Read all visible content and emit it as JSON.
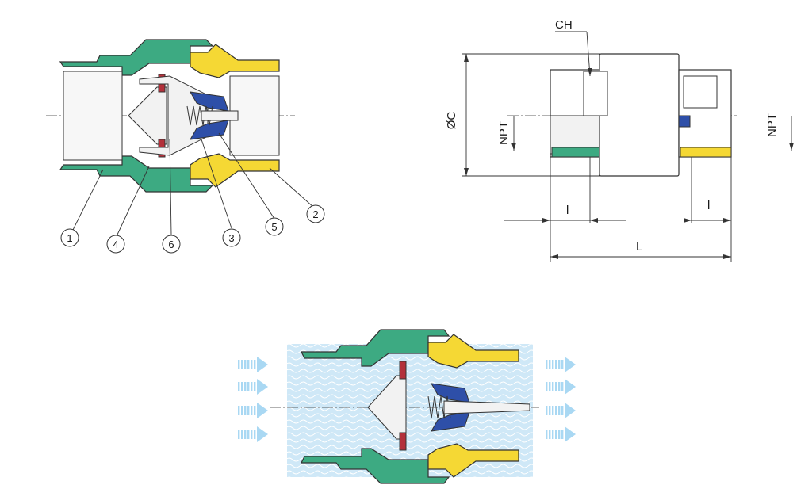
{
  "colors": {
    "green": "#3daa82",
    "yellow": "#f5d834",
    "red": "#b3303a",
    "blue": "#2e4fa8",
    "water": "#cfe8f7",
    "arrow": "#a9d8f3",
    "metal": "#f2f2f2",
    "outline": "#333333"
  },
  "section_view": {
    "callouts": [
      {
        "label": "1"
      },
      {
        "label": "4"
      },
      {
        "label": "6"
      },
      {
        "label": "3"
      },
      {
        "label": "5"
      },
      {
        "label": "2"
      }
    ]
  },
  "dimension_view": {
    "ch": "CH",
    "diameter": "ØC",
    "npt_left": "NPT",
    "npt_right": "NPT",
    "l_left": "l",
    "l_right": "l",
    "length": "L"
  },
  "flow_view": {
    "arrow_icon": "flow-arrow-icon"
  }
}
